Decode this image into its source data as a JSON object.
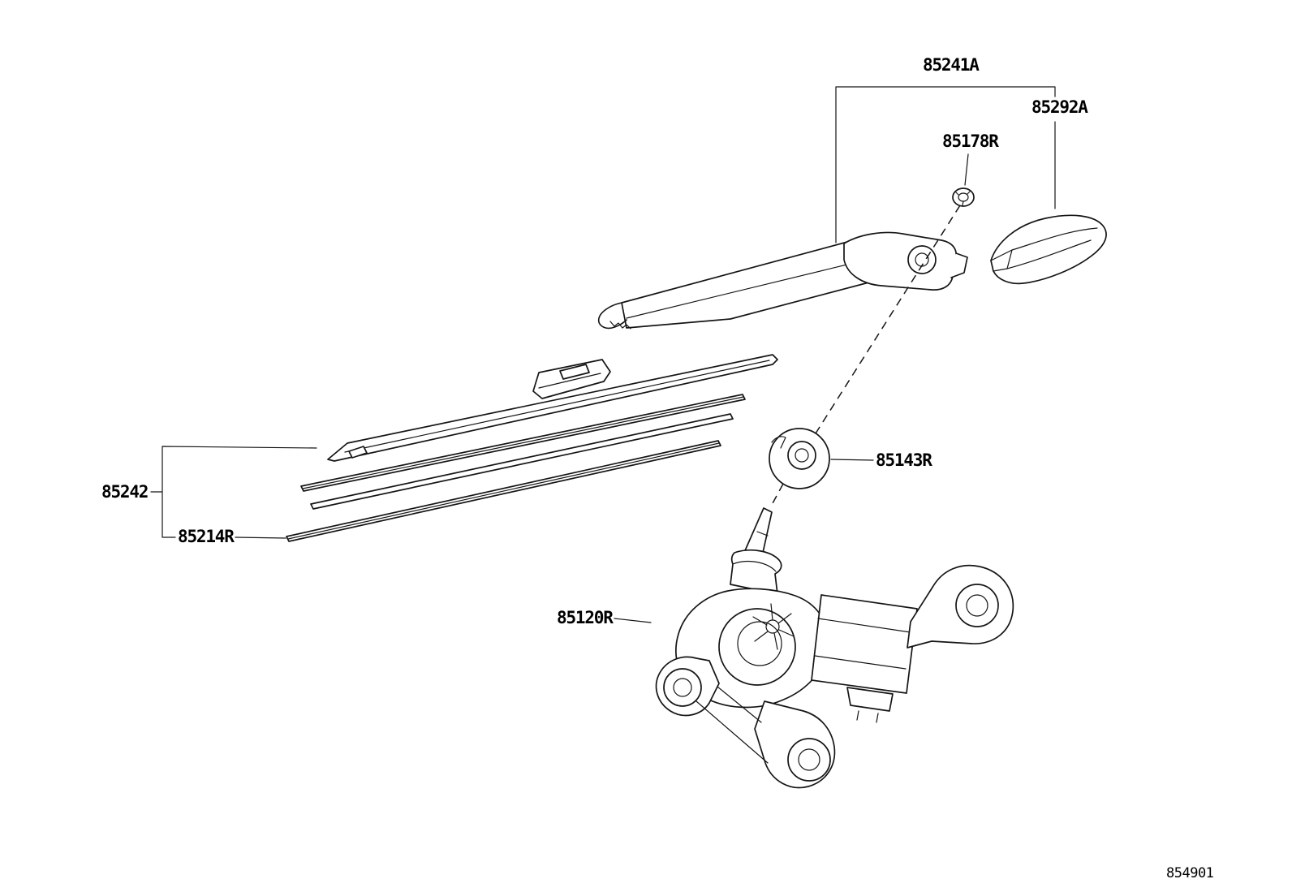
{
  "figure_number": "854901",
  "part_labels": {
    "arm": "85241A",
    "cover": "85292A",
    "nut": "85178R",
    "grommet": "85143R",
    "rubber": "85242",
    "insert": "85214R",
    "motor": "85120R"
  }
}
